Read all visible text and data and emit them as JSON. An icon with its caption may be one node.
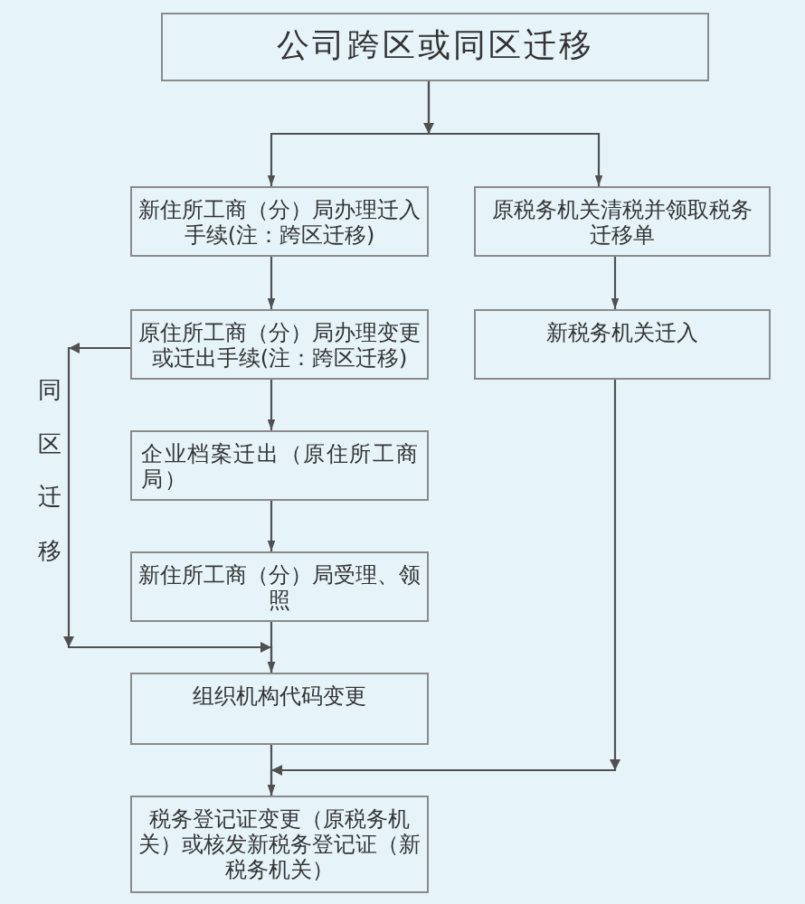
{
  "diagram": {
    "nodes": [
      {
        "text": [
          "公司跨区或同区迁移"
        ]
      },
      {
        "text": [
          "新住所工商（分）局办理迁入手续(注：跨区迁移)"
        ]
      },
      {
        "text": [
          "原税务机关清税并领取税务迁移单"
        ]
      },
      {
        "text": [
          "原住所工商（分）局办理变更或迁出手续(注：跨区迁移)"
        ]
      },
      {
        "text": [
          "新税务机关迁入"
        ]
      },
      {
        "text": [
          "企业档案迁出（原住所工商局）"
        ]
      },
      {
        "text": [
          "新住所工商（分）局受理、领照"
        ]
      },
      {
        "text": [
          "组织机构代码变更"
        ]
      },
      {
        "text": [
          "税务登记证变更（原税务机关）或核发新税务登记证（新税务机关）"
        ]
      }
    ],
    "edges": [
      {
        "from": 0,
        "to": 1,
        "arrow": "to"
      },
      {
        "from": 0,
        "to": 2,
        "arrow": "to"
      },
      {
        "from": 1,
        "to": 3,
        "arrow": "to"
      },
      {
        "from": 2,
        "to": 4,
        "arrow": "to"
      },
      {
        "from": 3,
        "to": 5,
        "arrow": "to"
      },
      {
        "from": 5,
        "to": 6,
        "arrow": "to"
      },
      {
        "from": 3,
        "to": 7,
        "arrow": "to",
        "label": "同区迁移"
      },
      {
        "from": 6,
        "to": 7,
        "arrow": "to"
      },
      {
        "from": 7,
        "to": 8,
        "arrow": "to"
      },
      {
        "from": 4,
        "to": 8,
        "arrow": "to"
      }
    ]
  }
}
